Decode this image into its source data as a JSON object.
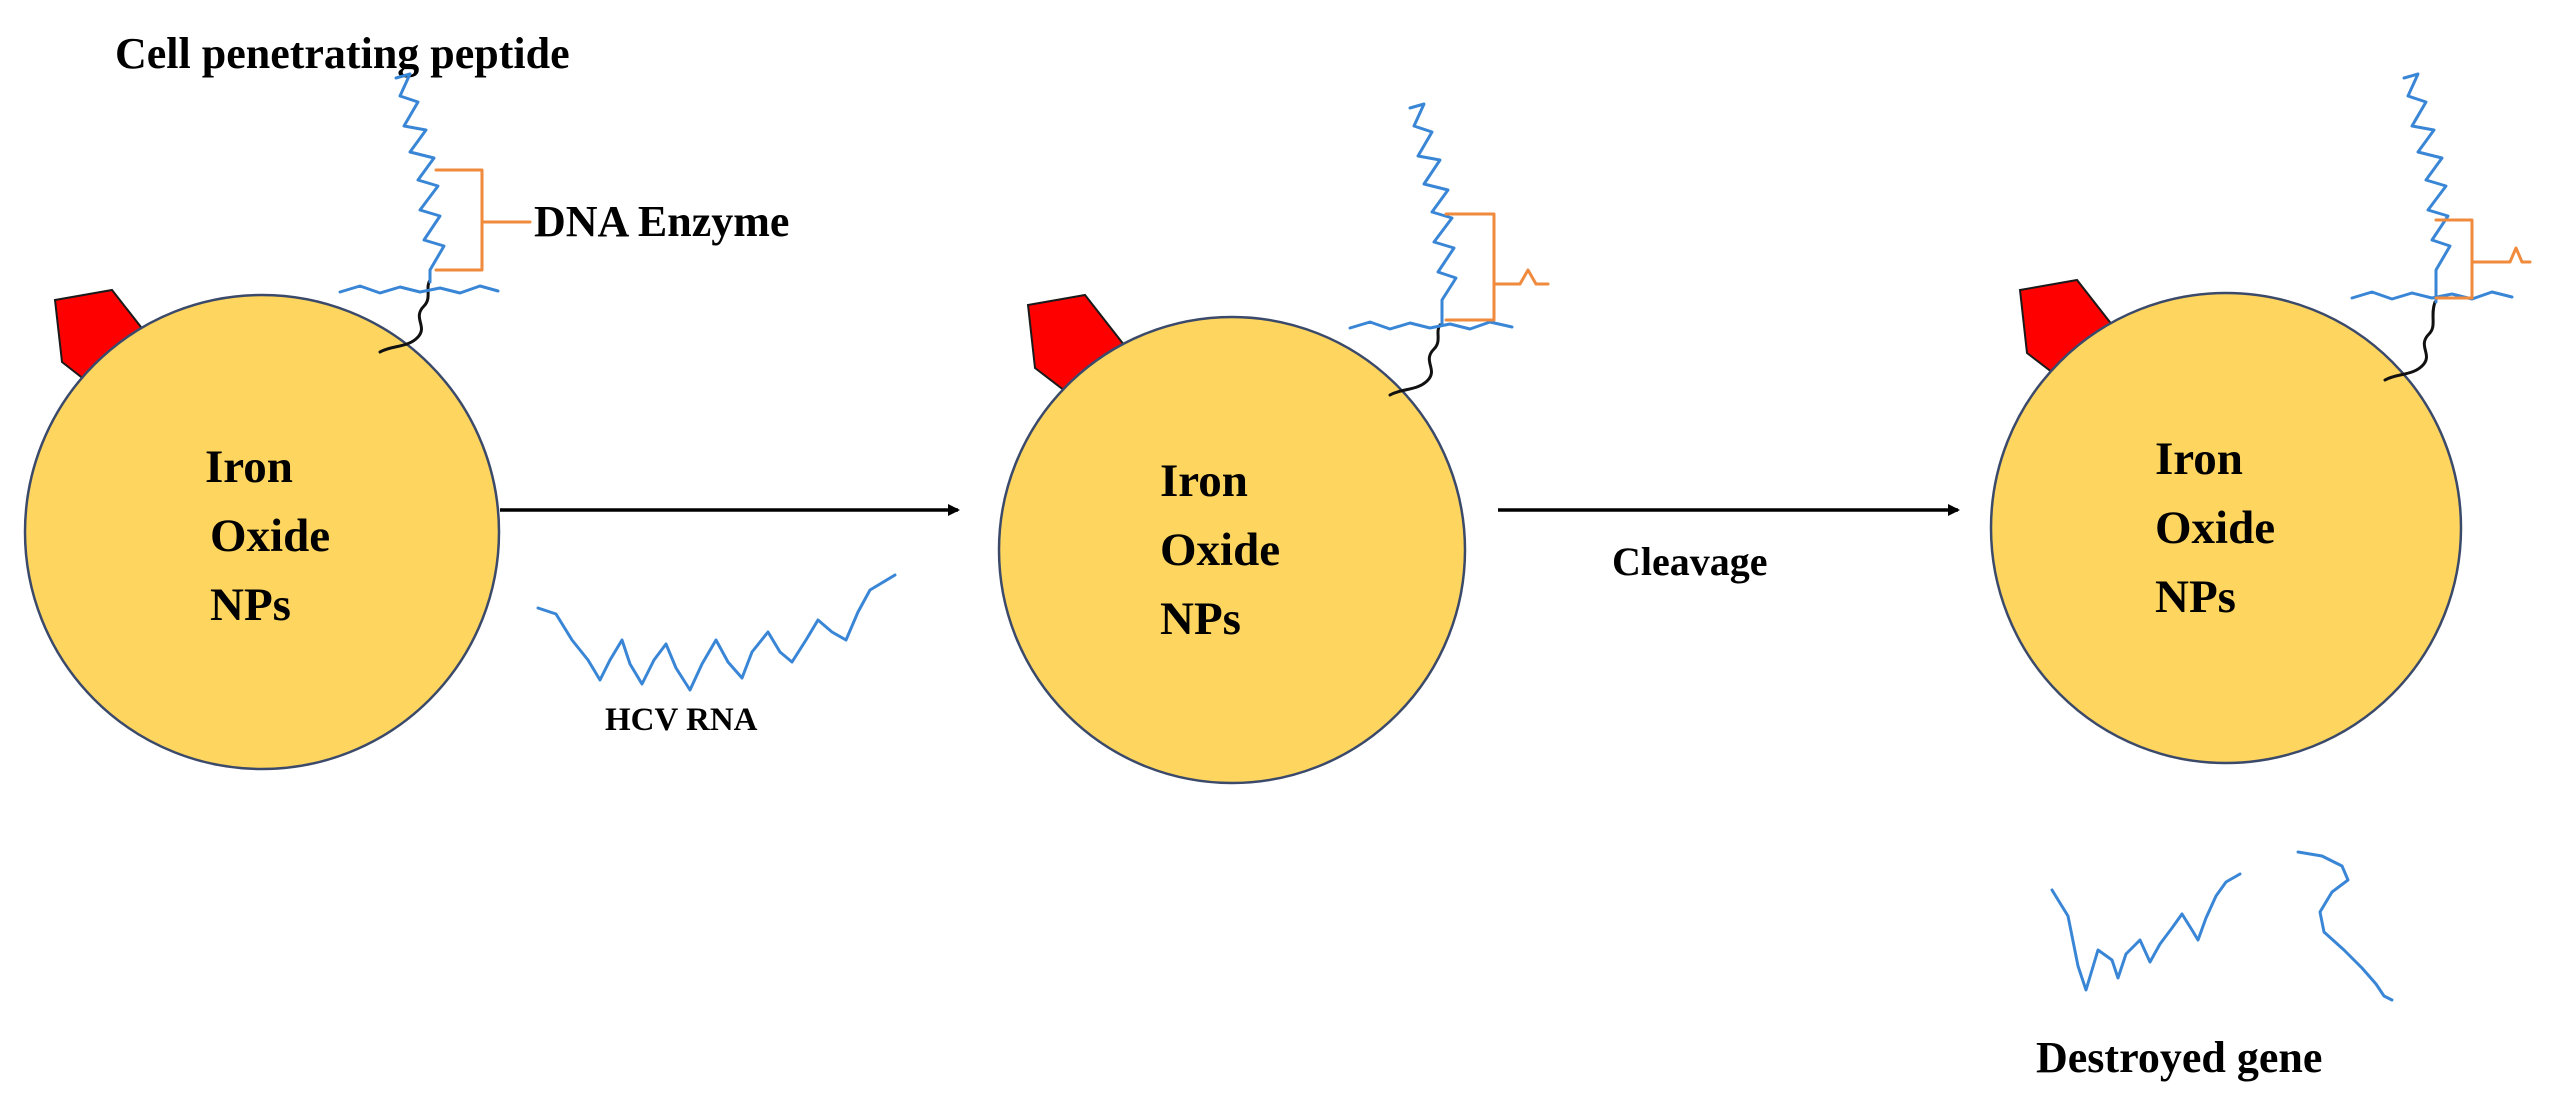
{
  "labels": {
    "cpp": "Cell penetrating peptide",
    "dna_enzyme": "DNA Enzyme",
    "hcv_rna": "HCV RNA",
    "cleavage": "Cleavage",
    "destroyed_gene": "Destroyed gene"
  },
  "nanoparticles": [
    {
      "line1": "Iron",
      "line2": "Oxide",
      "line3": "NPs"
    },
    {
      "line1": "Iron",
      "line2": "Oxide",
      "line3": "NPs"
    },
    {
      "line1": "Iron",
      "line2": "Oxide",
      "line3": "NPs"
    }
  ],
  "colors": {
    "sphere": "#FDD55F",
    "marker": "#FF0000",
    "strand": "#3A86D6",
    "enzyme": "#F08A3C",
    "linker": "#111111"
  }
}
